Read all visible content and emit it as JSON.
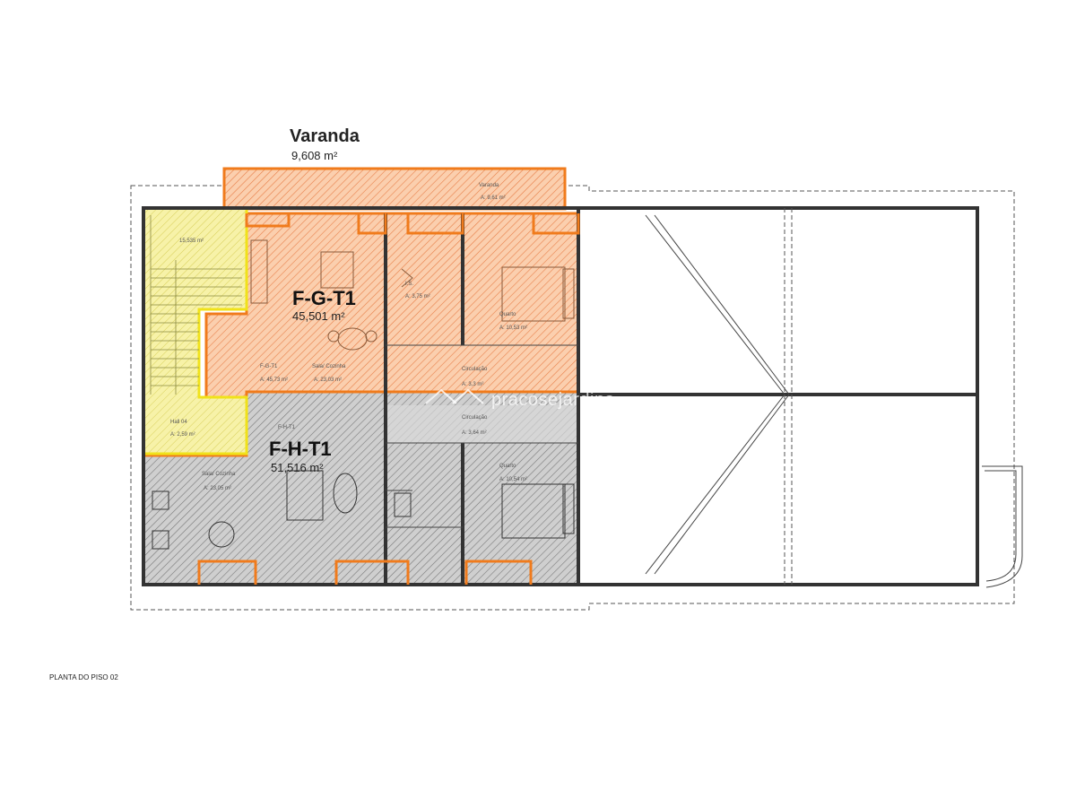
{
  "varanda": {
    "title": "Varanda",
    "area": "9,608 m²",
    "inner_label": "Varanda",
    "inner_area": "A: 9,61 m²"
  },
  "unit_g": {
    "title": "F-G-T1",
    "area": "45,501 m²",
    "label_code": "F-G-T1",
    "label_code_area": "A: 45,73 m²",
    "room_sala": "Sala/ Cozinha",
    "room_sala_area": "A: 23,03 m²",
    "room_wc": "I.S.",
    "room_wc_area": "A: 3,75 m²",
    "room_quarto": "Quarto",
    "room_quarto_area": "A: 10,53 m²",
    "room_circ": "Circulação",
    "room_circ_area": "A: 3,3 m²"
  },
  "unit_h": {
    "title": "F-H-T1",
    "area": "51,516 m²",
    "label_code": "F-H-T1",
    "room_sala": "Sala/ Cozinha",
    "room_sala_area": "A: 23,05 m²",
    "room_circ": "Circulação",
    "room_circ_area": "A: 3,64 m²",
    "room_quarto": "Quarto",
    "room_quarto_area": "A: 10,54 m²"
  },
  "stair": {
    "area": "15,535 m²",
    "hall_label": "Hall 04",
    "hall_area": "A: 2,59 m²"
  },
  "watermark": "pracosejardins",
  "footer": "PLANTA DO PISO 02",
  "colors": {
    "orange": "#f07b1c",
    "orange_fill": "#fbcfae",
    "gray_fill": "#c9c9c9",
    "yellow": "#f0e21a",
    "yellow_fill": "#f7f2a8"
  }
}
